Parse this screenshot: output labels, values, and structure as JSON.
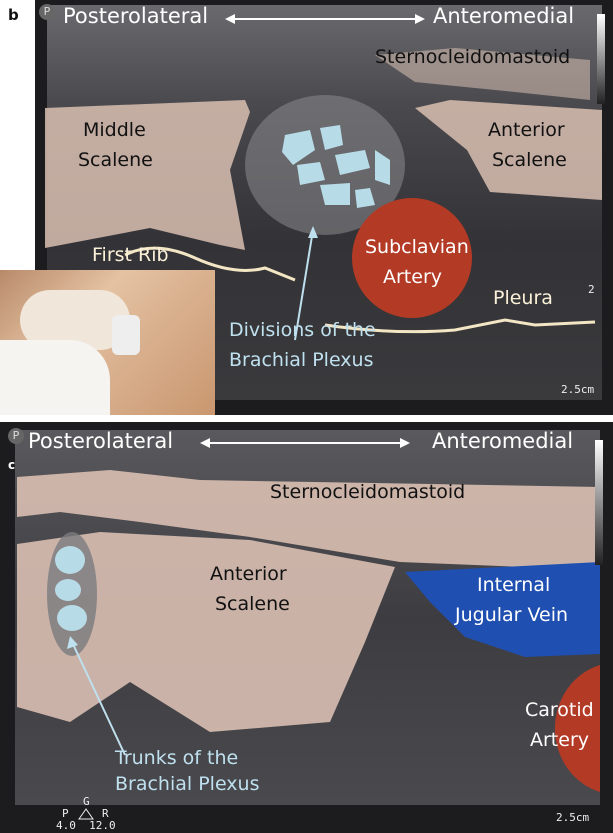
{
  "panel_b": {
    "letter": "b",
    "badge": "P",
    "left_direction": "Posterolateral",
    "right_direction": "Anteromedial",
    "labels": {
      "sternocleidomastoid": "Sternocleidomastoid",
      "middle_scalene_1": "Middle",
      "middle_scalene_2": "Scalene",
      "anterior_scalene_1": "Anterior",
      "anterior_scalene_2": "Scalene",
      "first_rib": "First Rib",
      "subclavian_1": "Subclavian",
      "subclavian_2": "Artery",
      "pleura": "Pleura",
      "divisions_1": "Divisions of the",
      "divisions_2": "Brachial Plexus"
    },
    "depth_mark": "2",
    "scale": "2.5cm"
  },
  "panel_c": {
    "letter": "c",
    "badge": "P",
    "left_direction": "Posterolateral",
    "right_direction": "Anteromedial",
    "labels": {
      "sternocleidomastoid": "Sternocleidomastoid",
      "anterior_scalene_1": "Anterior",
      "anterior_scalene_2": "Scalene",
      "ijv_1": "Internal",
      "ijv_2": "Jugular Vein",
      "carotid_1": "Carotid",
      "carotid_2": "Artery",
      "trunks_1": "Trunks of the",
      "trunks_2": "Brachial Plexus"
    },
    "probe": {
      "g": "G",
      "p": "P",
      "r": "R",
      "values": "4.0  12.0"
    },
    "scale": "2.5cm"
  },
  "colors": {
    "muscle": "#d9bfb2",
    "nerve": "#b8dbe8",
    "artery": "#b33a25",
    "vein": "#1f4fb0",
    "bone": "#f3e6c4"
  }
}
